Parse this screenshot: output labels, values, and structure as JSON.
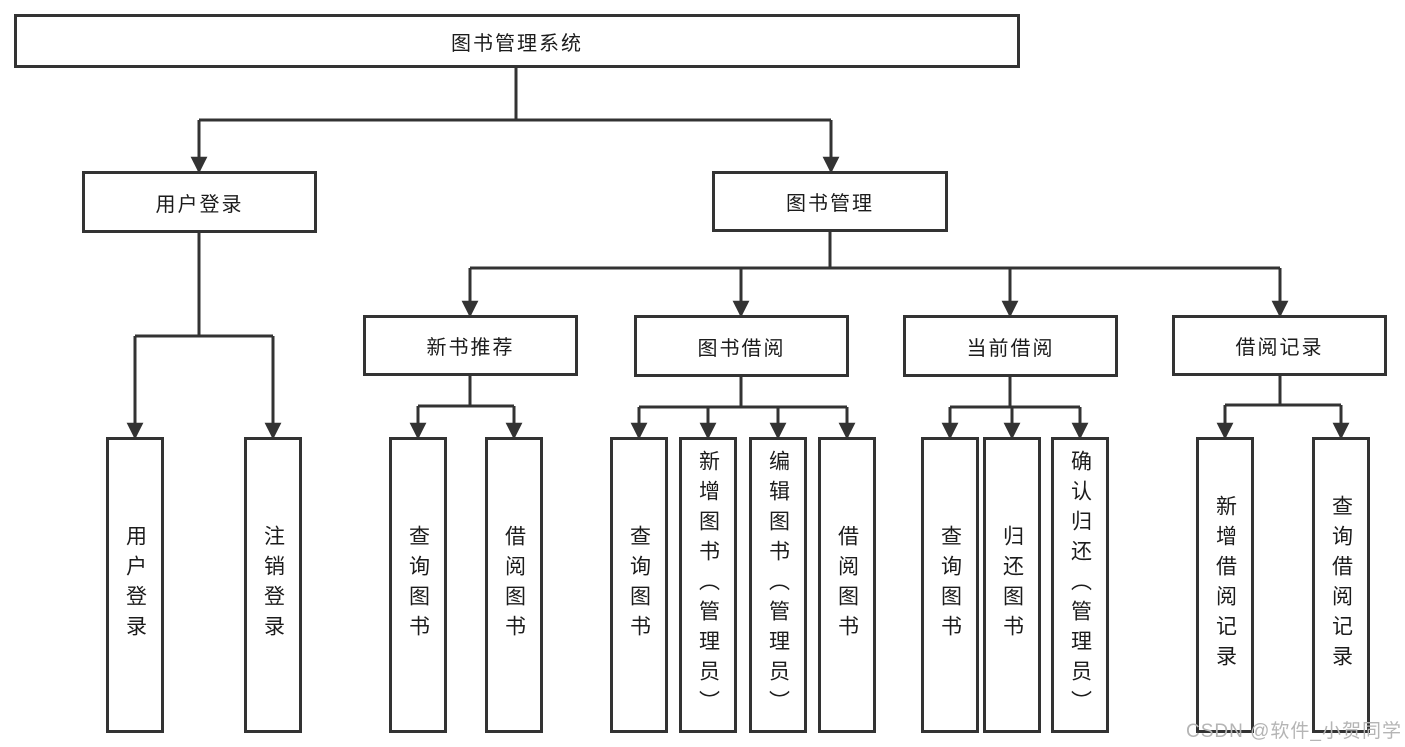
{
  "diagram": {
    "root": {
      "label": "图书管理系统"
    },
    "level2": [
      {
        "label": "用户登录"
      },
      {
        "label": "图书管理"
      }
    ],
    "level3": [
      {
        "label": "新书推荐"
      },
      {
        "label": "图书借阅"
      },
      {
        "label": "当前借阅"
      },
      {
        "label": "借阅记录"
      }
    ],
    "leaves": {
      "user_login": [
        "用户登录",
        "注销登录"
      ],
      "new_books": [
        "查询图书",
        "借阅图书"
      ],
      "book_borrow": [
        "查询图书",
        "新增图书（管理员）",
        "编辑图书（管理员）",
        "借阅图书"
      ],
      "current_borrow": [
        "查询图书",
        "归还图书",
        "确认归还（管理员）"
      ],
      "records": [
        "新增借阅记录",
        "查询借阅记录"
      ]
    },
    "watermark": "CSDN @软件_小贺同学",
    "colors": {
      "line": "#333333",
      "box_border": "#333333",
      "box_background": "#ffffff",
      "text": "#1c1c1c",
      "watermark": "#b5b5b5"
    }
  }
}
